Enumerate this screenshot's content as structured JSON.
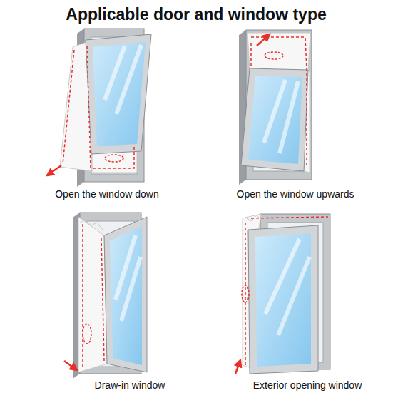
{
  "diagram": {
    "title": "Applicable door and window type",
    "labels": [
      "Open the window down",
      "Open the window upwards",
      "Draw-in window",
      "Exterior opening window"
    ]
  }
}
